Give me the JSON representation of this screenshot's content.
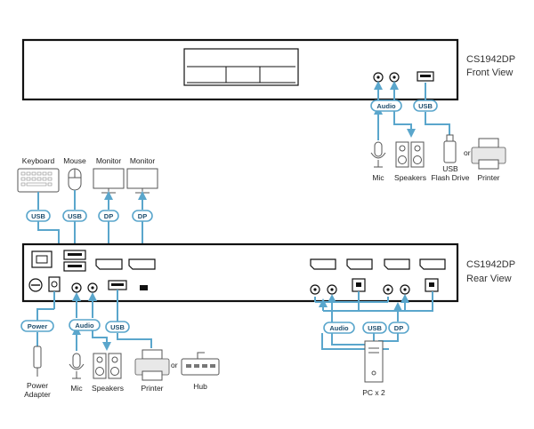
{
  "front": {
    "model": "CS1942DP",
    "view": "Front View"
  },
  "rear": {
    "model": "CS1942DP",
    "view": "Rear View"
  },
  "pills": {
    "audio": "Audio",
    "usb": "USB",
    "dp": "DP",
    "power": "Power"
  },
  "devices": {
    "keyboard": "Keyboard",
    "mouse": "Mouse",
    "monitor": "Monitor",
    "mic": "Mic",
    "speakers": "Speakers",
    "usb_flash_line1": "USB",
    "usb_flash_line2": "Flash Drive",
    "or": "or",
    "printer": "Printer",
    "hub": "Hub",
    "power_adapter_line1": "Power",
    "power_adapter_line2": "Adapter",
    "pc": "PC x 2"
  },
  "colors": {
    "cable": "#5aa6cc",
    "panel": "#111111"
  }
}
